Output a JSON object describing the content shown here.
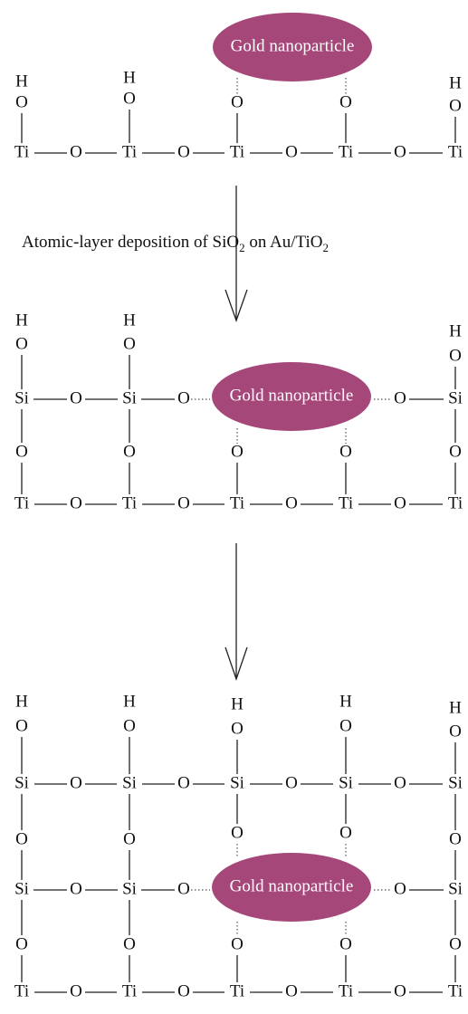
{
  "nanoparticle_label": "Gold nanoparticle",
  "step_caption": {
    "prefix": "Atomic-layer deposition of SiO",
    "sub1": "2",
    "middle": " on Au/TiO",
    "sub2": "2"
  },
  "atoms": {
    "ti": "Ti",
    "o": "O",
    "si": "Si",
    "h": "H"
  },
  "colors": {
    "nanoparticle": "#a6477a"
  }
}
